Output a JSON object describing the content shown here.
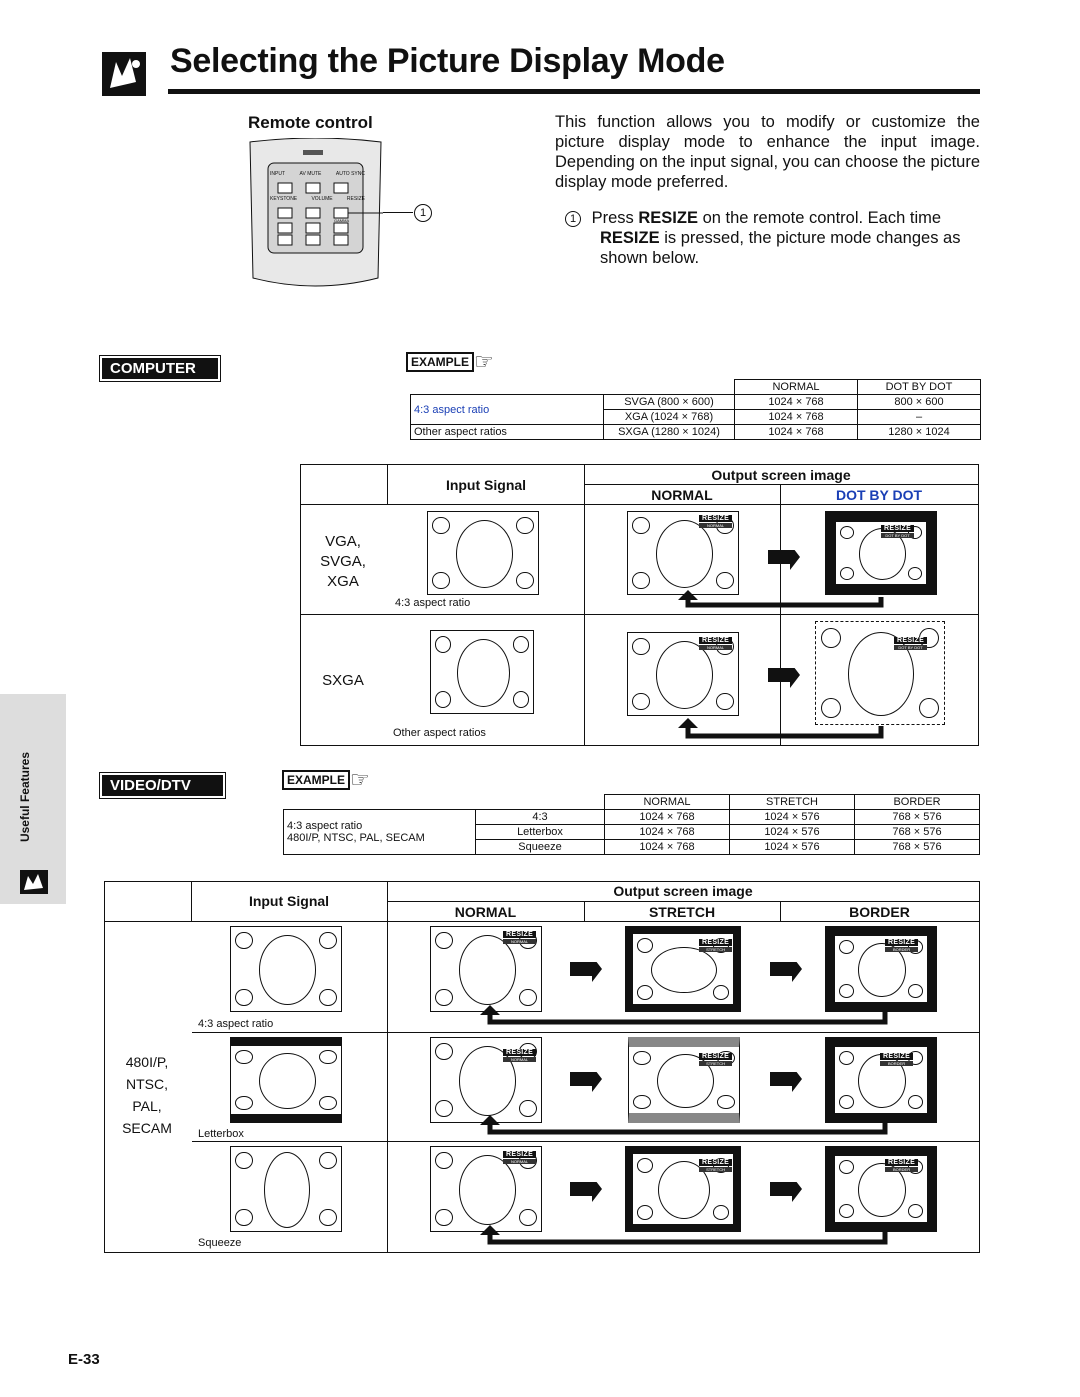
{
  "title": "Selecting the Picture Display Mode",
  "remote_label": "Remote control",
  "remote_buttons": {
    "input": "INPUT",
    "av_mute": "AV MUTE",
    "auto_sync": "AUTO SYNC",
    "keystone": "KEYSTONE",
    "volume": "VOLUME",
    "resize": "RESIZE",
    "gamma": "GAMMA"
  },
  "callout_num": "1",
  "intro": "This function allows you to modify or customize the picture display mode to enhance the input image. Depending on the input signal, you can choose the picture display mode preferred.",
  "step": {
    "num": "1",
    "text_a": "Press",
    "bold_a": "RESIZE",
    "text_b": "on the remote control. Each time",
    "bold_b": "RESIZE",
    "text_c": "is pressed, the picture mode changes as shown below."
  },
  "computer": {
    "tag": "COMPUTER",
    "example_label": "EXAMPLE",
    "example_table": {
      "headers": [
        "NORMAL",
        "DOT BY DOT"
      ],
      "rows": [
        {
          "group": "4:3 aspect ratio",
          "signal": "SVGA (800 × 600)",
          "normal": "1024 × 768",
          "dot": "800 × 600"
        },
        {
          "group": "",
          "signal": "XGA (1024 × 768)",
          "normal": "1024 × 768",
          "dot": "–"
        },
        {
          "group": "Other aspect ratios",
          "signal": "SXGA (1280 × 1024)",
          "normal": "1024 × 768",
          "dot": "1280 × 1024"
        }
      ]
    },
    "input_signal": "Input Signal",
    "output_screen": "Output screen image",
    "col_normal": "NORMAL",
    "col_dot": "DOT BY DOT",
    "row1_signal": "VGA,\nSVGA,\nXGA",
    "row1_caption": "4:3 aspect ratio",
    "row2_signal": "SXGA",
    "row2_caption": "Other aspect ratios",
    "osd_resize": "RESIZE",
    "osd_normal": "NORMAL",
    "osd_dot": "DOT BY DOT",
    "accent": "#1a3fb5"
  },
  "video": {
    "tag": "VIDEO/DTV",
    "example_label": "EXAMPLE",
    "example_table": {
      "headers": [
        "NORMAL",
        "STRETCH",
        "BORDER"
      ],
      "group": "4:3 aspect ratio\n480I/P, NTSC, PAL, SECAM",
      "rows": [
        {
          "signal": "4:3",
          "normal": "1024 × 768",
          "stretch": "1024 × 576",
          "border": "768 × 576"
        },
        {
          "signal": "Letterbox",
          "normal": "1024 × 768",
          "stretch": "1024 × 576",
          "border": "768 × 576"
        },
        {
          "signal": "Squeeze",
          "normal": "1024 × 768",
          "stretch": "1024 × 576",
          "border": "768 × 576"
        }
      ]
    },
    "input_signal": "Input Signal",
    "output_screen": "Output screen image",
    "col_normal": "NORMAL",
    "col_stretch": "STRETCH",
    "col_border": "BORDER",
    "signal_label": "480I/P,\nNTSC,\nPAL,\nSECAM",
    "captions": [
      "4:3 aspect ratio",
      "Letterbox",
      "Squeeze"
    ],
    "osd_resize": "RESIZE",
    "osd_normal": "NORMAL",
    "osd_stretch": "STRETCH",
    "osd_border": "BORDER"
  },
  "side_label": "Useful Features",
  "page_number": "E-33"
}
